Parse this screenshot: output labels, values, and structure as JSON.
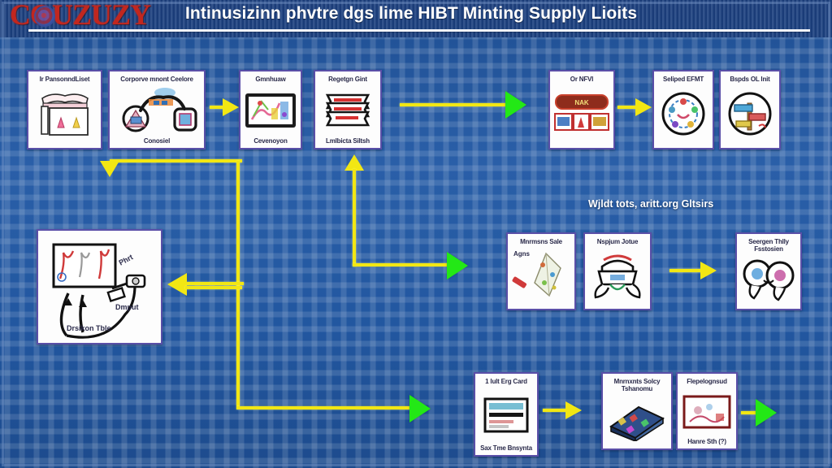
{
  "header": {
    "logo_text": "COUZUZY",
    "logo_glyph": "spiral-emblem",
    "title": "Intinusizinn phvtre dgs lime HIBT Minting Supply Lioits",
    "title_color": "#ffffff",
    "logo_color": "#c1271f",
    "bar_color": "#1b407f"
  },
  "theme": {
    "background_color": "#2a5fa8",
    "node_fill": "#fdfdfd",
    "node_border": "#5a4fa8",
    "connector_yellow": "#f2e713",
    "arrow_green": "#23e816"
  },
  "captions": [
    {
      "id": "middle-right-caption",
      "text": "Wjldt tots, aritt.org Gltsirs"
    }
  ],
  "nodes": [
    {
      "id": "n1",
      "title": "Ir PansonndLiset",
      "sub": "",
      "art": "flip-chart-sketch"
    },
    {
      "id": "n2",
      "title": "Corporve mnont Ceelore",
      "sub": "Conosiel",
      "art": "network-nodes-sketch"
    },
    {
      "id": "n3",
      "title": "Gmnhuaw",
      "sub": "Cevenoyon",
      "art": "tablet-chart-sketch"
    },
    {
      "id": "n4",
      "title": "Regetgn Gint",
      "sub": "Lmlbicta Siltsh",
      "art": "ticket-stack-sketch"
    },
    {
      "id": "n5",
      "title": "Or NFVI",
      "sub": "",
      "art": "red-banner-cards-sketch"
    },
    {
      "id": "n6",
      "title": "Seliped EFMT",
      "sub": "",
      "art": "round-badge-sketch"
    },
    {
      "id": "n7",
      "title": "Bspds OL Init",
      "sub": "",
      "art": "round-signpost-sketch"
    },
    {
      "id": "n8",
      "title": "Phrt",
      "sub": "Drsikon Tble",
      "art": "whiteboard-arrows-sketch",
      "extra_label": "Dmput"
    },
    {
      "id": "n9",
      "title": "Mnrmsns Sale",
      "sub": "",
      "art": "crystal-pen-sketch",
      "extra_label": "Agns"
    },
    {
      "id": "n10",
      "title": "Nspjum Jotue",
      "sub": "",
      "art": "crown-ribbon-sketch"
    },
    {
      "id": "n11",
      "title": "Seergen Thlly Fsstosien",
      "sub": "",
      "art": "two-circles-sketch"
    },
    {
      "id": "n12",
      "title": "1 lult Erg Card",
      "sub": "Sax Tme Bnsynta",
      "art": "form-window-sketch"
    },
    {
      "id": "n13",
      "title": "Mnrnxnts Solcy Tshanomu",
      "sub": "",
      "art": "stacked-book-sketch"
    },
    {
      "id": "n14",
      "title": "Flepelognsud",
      "sub": "Hanre Sth (?)",
      "art": "framed-picture-sketch"
    }
  ],
  "connectors": [
    {
      "id": "c1",
      "kind": "arrow-right-yellow",
      "from": "n2",
      "to": "n3"
    },
    {
      "id": "c2",
      "kind": "arrow-right-green",
      "from": "n4",
      "to": "n5"
    },
    {
      "id": "c3",
      "kind": "arrow-right-yellow",
      "from": "n5",
      "to": "n6"
    },
    {
      "id": "c4",
      "kind": "loop-back-down-left",
      "from": "n4",
      "to": "n8"
    },
    {
      "id": "c5",
      "kind": "arrow-left-yellow",
      "from": "branch",
      "to": "n8"
    },
    {
      "id": "c6",
      "kind": "elbow-up-right-green",
      "from": "n8",
      "to": "n9"
    },
    {
      "id": "c7",
      "kind": "arrow-right-yellow",
      "from": "n10",
      "to": "n11"
    },
    {
      "id": "c8",
      "kind": "elbow-down-right-green",
      "from": "n8",
      "to": "n12"
    },
    {
      "id": "c9",
      "kind": "arrow-right-yellow",
      "from": "n12",
      "to": "n13"
    },
    {
      "id": "c10",
      "kind": "arrow-right-green",
      "from": "n14",
      "to": "end"
    }
  ]
}
